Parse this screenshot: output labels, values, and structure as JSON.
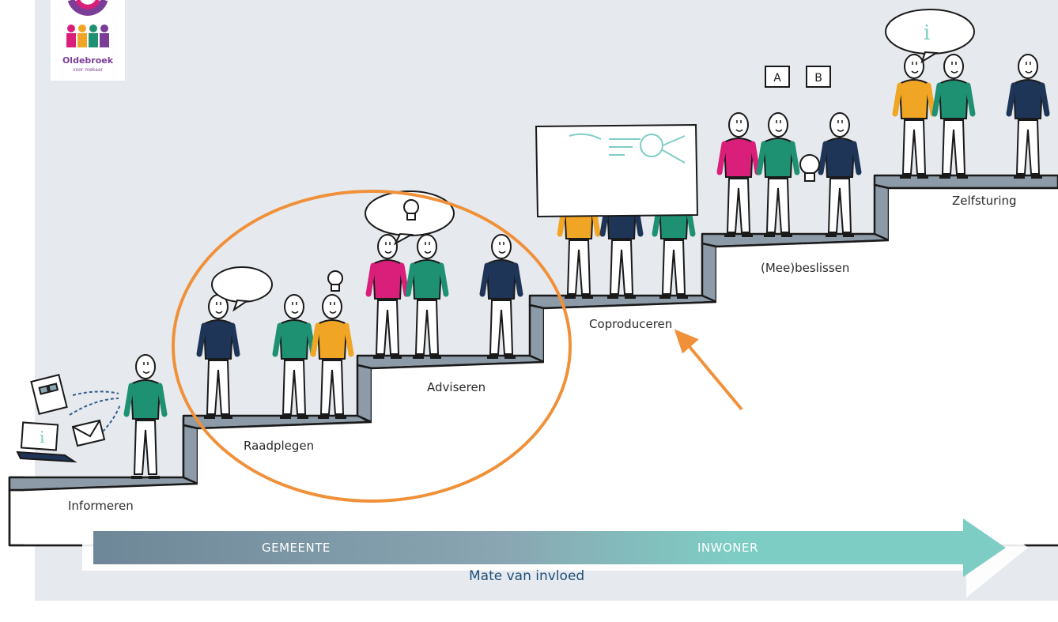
{
  "logo": {
    "name": "Oldebroek",
    "tagline": "voor mekaar"
  },
  "steps": [
    {
      "label": "Informeren"
    },
    {
      "label": "Raadplegen"
    },
    {
      "label": "Adviseren"
    },
    {
      "label": "Coproduceren"
    },
    {
      "label": "(Mee)beslissen"
    },
    {
      "label": "Zelfsturing"
    }
  ],
  "arrow": {
    "left_label": "GEMEENTE",
    "right_label": "INWONER",
    "caption": "Mate van invloed"
  },
  "vote_cards": [
    "A",
    "B"
  ],
  "info_icon": "i",
  "colors": {
    "background": "#e6eaee",
    "stair_top": "#8d9aa8",
    "stair_outline": "#1a1a1a",
    "arrow_start": "#6e8798",
    "arrow_end": "#7ecdc4",
    "highlight": "#f0913a",
    "shirt_navy": "#1f3557",
    "shirt_green": "#1f9173",
    "shirt_yellow": "#f1a525",
    "shirt_pink": "#d91f7a"
  }
}
